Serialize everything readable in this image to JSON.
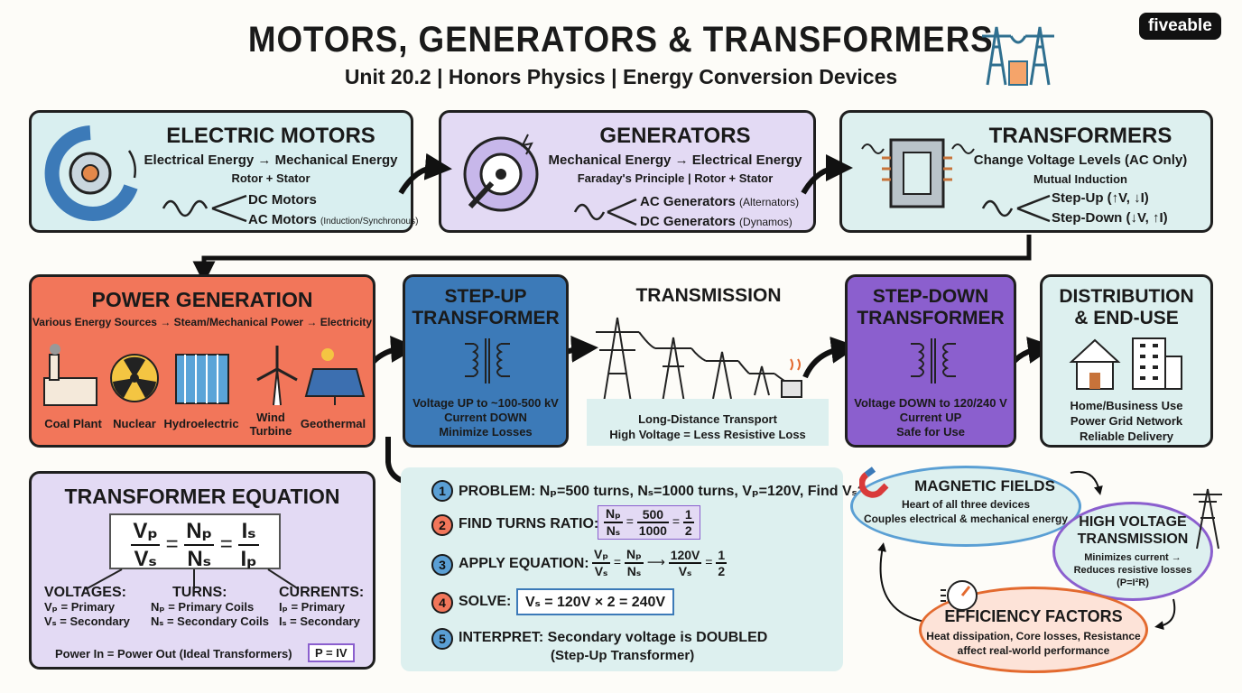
{
  "header": {
    "title": "MOTORS, GENERATORS & TRANSFORMERS",
    "subtitle": "Unit 20.2 | Honors Physics | Energy Conversion Devices",
    "brand": "fiveable"
  },
  "motors": {
    "title": "ELECTRIC MOTORS",
    "line1": "Electrical Energy → Mechanical Energy",
    "line2": "Rotor + Stator",
    "branch1": "DC Motors",
    "branch2": "AC Motors",
    "branch2_note": "(Induction/Synchronous)"
  },
  "generators": {
    "title": "GENERATORS",
    "line1": "Mechanical Energy → Electrical Energy",
    "line2": "Faraday's Principle | Rotor + Stator",
    "branch1": "AC Generators",
    "branch1_note": "(Alternators)",
    "branch2": "DC Generators",
    "branch2_note": "(Dynamos)"
  },
  "transformers": {
    "title": "TRANSFORMERS",
    "line1": "Change Voltage Levels (AC Only)",
    "line2": "Mutual Induction",
    "branch1": "Step-Up (↑V, ↓I)",
    "branch2": "Step-Down (↓V, ↑I)"
  },
  "power_gen": {
    "title": "POWER GENERATION",
    "line1": "Various Energy Sources → Steam/Mechanical Power → Electricity",
    "sources": [
      "Coal Plant",
      "Nuclear",
      "Hydroelectric",
      "Wind Turbine",
      "Geothermal"
    ]
  },
  "step_up": {
    "title1": "STEP-UP",
    "title2": "TRANSFORMER",
    "line1": "Voltage UP to ~100-500 kV",
    "line2": "Current DOWN",
    "line3": "Minimize Losses"
  },
  "transmission": {
    "title": "TRANSMISSION",
    "line1": "Long-Distance Transport",
    "line2": "High Voltage = Less Resistive Loss"
  },
  "step_down": {
    "title1": "STEP-DOWN",
    "title2": "TRANSFORMER",
    "line1": "Voltage DOWN to 120/240 V",
    "line2": "Current UP",
    "line3": "Safe for Use"
  },
  "distribution": {
    "title1": "DISTRIBUTION",
    "title2": "& END-USE",
    "line1": "Home/Business Use",
    "line2": "Power Grid Network",
    "line3": "Reliable Delivery"
  },
  "equation": {
    "title": "TRANSFORMER EQUATION",
    "vp": "Vₚ",
    "vs": "Vₛ",
    "np": "Nₚ",
    "ns": "Nₛ",
    "is": "Iₛ",
    "ip": "Iₚ",
    "eq": "=",
    "voltages_h": "VOLTAGES:",
    "voltages_1": "Vₚ = Primary",
    "voltages_2": "Vₛ = Secondary",
    "turns_h": "TURNS:",
    "turns_1": "Nₚ = Primary Coils",
    "turns_2": "Nₛ = Secondary Coils",
    "currents_h": "CURRENTS:",
    "currents_1": "Iₚ = Primary",
    "currents_2": "Iₛ = Secondary",
    "footer": "Power In = Power Out (Ideal Transformers)",
    "footer_box": "P = IV"
  },
  "problem": {
    "s1_num": "1",
    "s1": "PROBLEM: Nₚ=500 turns, Nₛ=1000 turns, Vₚ=120V, Find Vₛ?",
    "s2_num": "2",
    "s2": "FIND TURNS RATIO:",
    "s2_f1n": "Nₚ",
    "s2_f1d": "Nₛ",
    "s2_f2n": "500",
    "s2_f2d": "1000",
    "s2_f3n": "1",
    "s2_f3d": "2",
    "s3_num": "3",
    "s3": "APPLY EQUATION:",
    "s3_f1n": "Vₚ",
    "s3_f1d": "Vₛ",
    "s3_f2n": "Nₚ",
    "s3_f2d": "Nₛ",
    "s3_f3n": "120V",
    "s3_f3d": "Vₛ",
    "s3_f4n": "1",
    "s3_f4d": "2",
    "s4_num": "4",
    "s4": "SOLVE:",
    "s4_box": "Vₛ = 120V × 2 = 240V",
    "s5_num": "5",
    "s5a": "INTERPRET: Secondary voltage is DOUBLED",
    "s5b": "(Step-Up Transformer)"
  },
  "concepts": {
    "mag_title": "MAGNETIC FIELDS",
    "mag_1": "Heart of all three devices",
    "mag_2": "Couples electrical & mechanical energy",
    "hv_title1": "HIGH VOLTAGE",
    "hv_title2": "TRANSMISSION",
    "hv_1": "Minimizes current →",
    "hv_2": "Reduces resistive losses",
    "hv_3": "(P=I²R)",
    "eff_title": "EFFICIENCY FACTORS",
    "eff_1": "Heat dissipation, Core losses, Resistance",
    "eff_2": "affect real-world performance"
  },
  "colors": {
    "teal": "#d9eff0",
    "lavender": "#e3daf4",
    "orange": "#f2765a",
    "blue": "#3c7ab8",
    "purple": "#8b5fce",
    "light_teal": "#ddf0ef"
  }
}
